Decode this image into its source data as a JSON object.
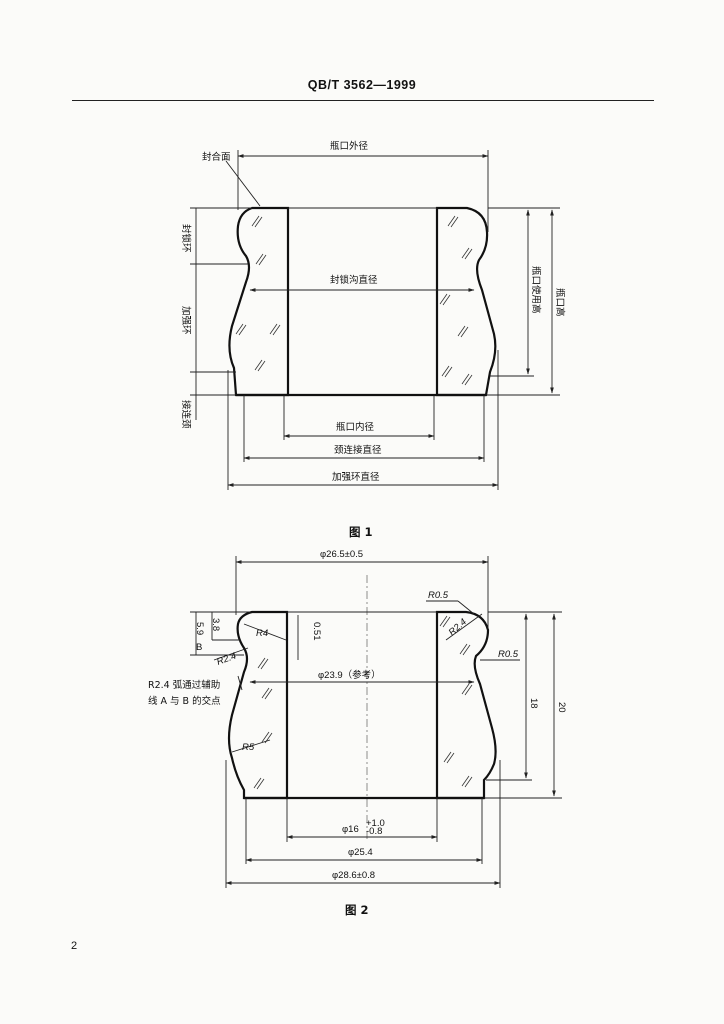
{
  "header": {
    "standard_code": "QB/T 3562—1999"
  },
  "page_number": "2",
  "figure1": {
    "caption": "图 1",
    "labels": {
      "sealing_face": "封合面",
      "outer_diameter": "瓶口外径",
      "locking_ring": "封锁环",
      "reinforcing_ring": "加强环",
      "connecting_neck": "接连颈",
      "locking_groove_diameter": "封锁沟直径",
      "usable_height": "瓶口使用高",
      "mouth_height": "瓶口高",
      "inner_diameter": "瓶口内径",
      "neck_diameter": "颈连接直径",
      "ring_diameter": "加强环直径"
    }
  },
  "figure2": {
    "caption": "图 2",
    "dims": {
      "outer": "φ26.5±0.5",
      "r05_top": "R0.5",
      "r24_right": "R2.4",
      "r05_right": "R0.5",
      "groove": "φ23.9（参考）",
      "h18": "18",
      "h20": "20",
      "h59": "5.9",
      "h38": "3.8",
      "b_mark": "B",
      "r4": "R4",
      "d051": "0.51",
      "r24_left": "R2.4",
      "note_line1": "R2.4 弧通过辅助",
      "note_line2": "线 A 与 B 的交点",
      "r5": "R5",
      "inner_base": "φ16",
      "inner_tol_upper": "+1.0",
      "inner_tol_lower": "-0.8",
      "neck": "φ25.4",
      "ring": "φ28.6±0.8"
    }
  }
}
